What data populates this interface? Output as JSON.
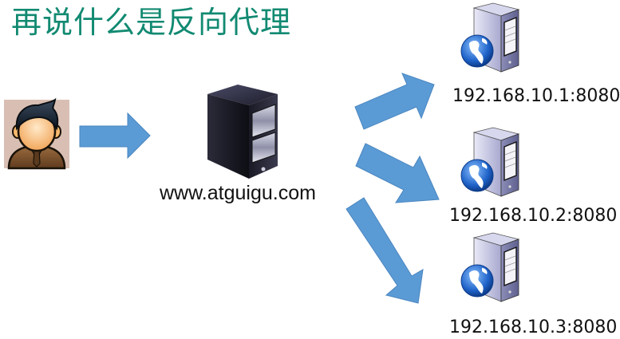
{
  "title": "再说什么是反向代理",
  "colors": {
    "title": "#128a72",
    "arrow": "#5b9bd5",
    "arrow_stroke": "#4a86c0",
    "avatar_bg": "#d9bfb3"
  },
  "client": {
    "icon": "user-avatar-icon"
  },
  "proxy": {
    "icon": "black-server-tower-icon",
    "label": "www.atguigu.com"
  },
  "servers": [
    {
      "icon": "web-server-globe-icon",
      "label": "192.168.10.1:8080"
    },
    {
      "icon": "web-server-globe-icon",
      "label": "192.168.10.2:8080"
    },
    {
      "icon": "web-server-globe-icon",
      "label": "192.168.10.3:8080"
    }
  ],
  "arrows": [
    {
      "from": "client",
      "to": "proxy"
    },
    {
      "from": "proxy",
      "to": "server-1"
    },
    {
      "from": "proxy",
      "to": "server-2"
    },
    {
      "from": "proxy",
      "to": "server-3"
    }
  ]
}
